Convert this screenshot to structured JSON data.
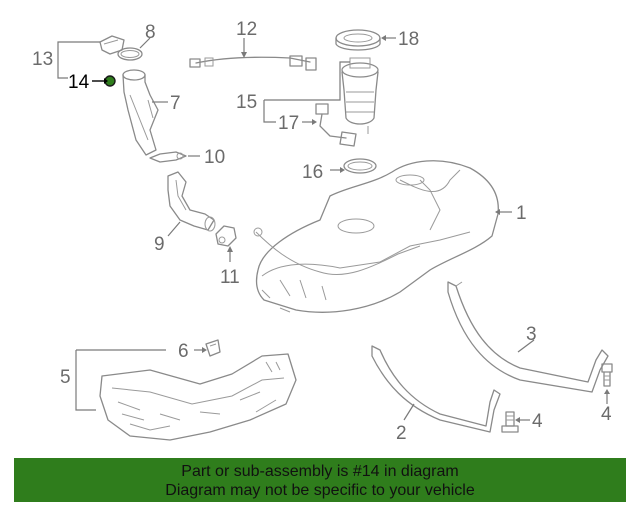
{
  "callouts": {
    "c1": "1",
    "c2": "2",
    "c3": "3",
    "c4a": "4",
    "c4b": "4",
    "c5": "5",
    "c6": "6",
    "c7": "7",
    "c8": "8",
    "c9": "9",
    "c10": "10",
    "c11": "11",
    "c12": "12",
    "c13": "13",
    "c14": "14",
    "c15": "15",
    "c16": "16",
    "c17": "17",
    "c18": "18"
  },
  "highlight": {
    "part_number": "14",
    "color": "#2f7d1c"
  },
  "banner": {
    "line1": "Part or sub-assembly is #14 in diagram",
    "line2": "Diagram may not be specific to your vehicle",
    "background": "#2f7d1c"
  }
}
